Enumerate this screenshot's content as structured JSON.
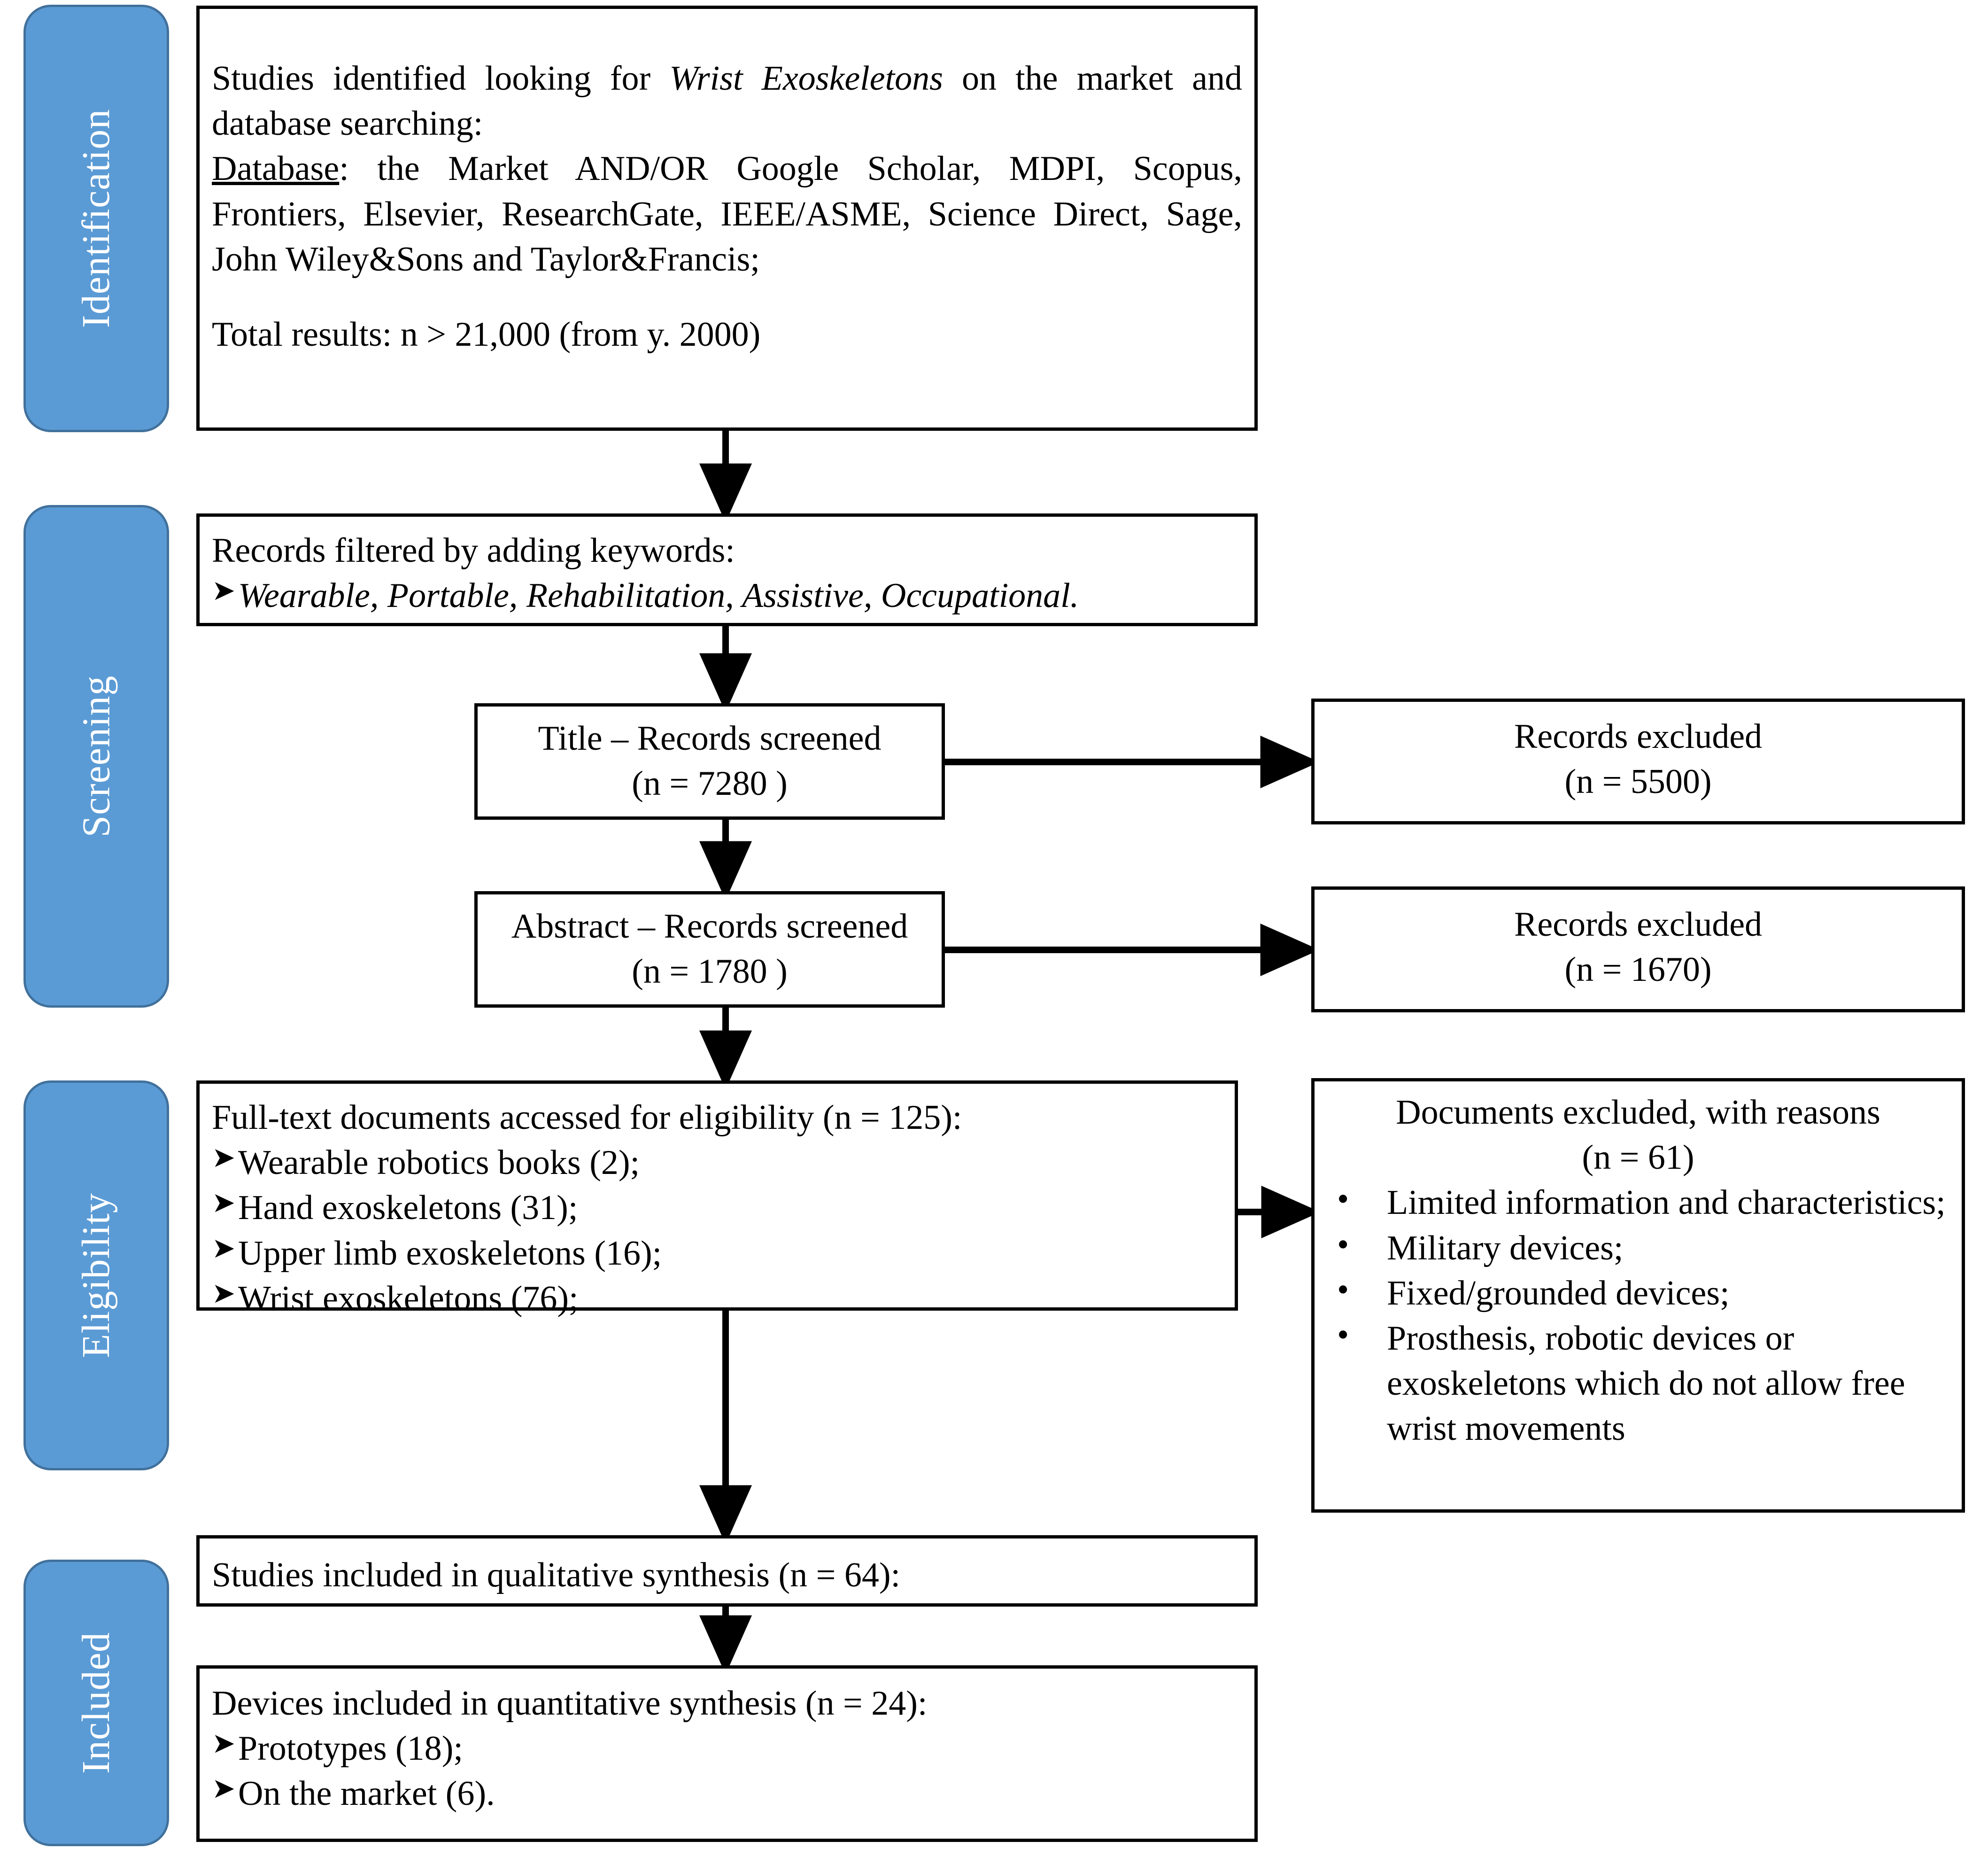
{
  "diagram": {
    "type": "prisma-flow-diagram",
    "accent_color": "#5B9BD5",
    "accent_border_color": "#41719C",
    "box_border_color": "#000000",
    "background": "#ffffff"
  },
  "stages": [
    {
      "key": "identification",
      "label": "Identification"
    },
    {
      "key": "screening",
      "label": "Screening"
    },
    {
      "key": "eligibility",
      "label": "Eligibility"
    },
    {
      "key": "included",
      "label": "Included"
    }
  ],
  "identification_box": {
    "line1_pre": "Studies identified looking for ",
    "line1_italic": "Wrist Exoskeletons",
    "line1_post": " on the market and database searching:",
    "line2_label": "Database",
    "line2_rest": ": the Market AND/OR Google Scholar, MDPI, Scopus, Frontiers, Elsevier, ResearchGate, IEEE/ASME, Science Direct, Sage, John Wiley&Sons and Taylor&Francis;",
    "line3": "Total results: n > 21,000 (from y. 2000)"
  },
  "keywords_box": {
    "heading": "Records filtered by adding keywords:",
    "keywords_italic": "Wearable, Portable, Rehabilitation, Assistive, Occupational."
  },
  "title_screened_box": {
    "line1": "Title – Records screened",
    "line2": "(n = 7280 )"
  },
  "title_excluded_box": {
    "line1": "Records excluded",
    "line2": "(n = 5500)"
  },
  "abstract_screened_box": {
    "line1": "Abstract – Records screened",
    "line2": "(n = 1780 )"
  },
  "abstract_excluded_box": {
    "line1": "Records excluded",
    "line2": "(n = 1670)"
  },
  "eligibility_box": {
    "heading": "Full-text documents accessed for eligibility (n = 125):",
    "items": [
      "Wearable robotics books (2);",
      "Hand exoskeletons (31);",
      "Upper limb exoskeletons (16);",
      "Wrist exoskeletons (76);"
    ]
  },
  "documents_excluded_box": {
    "line1": "Documents excluded, with reasons",
    "line2": "(n = 61)",
    "reasons": [
      "Limited information and characteristics;",
      "Military devices;",
      "Fixed/grounded devices;",
      "Prosthesis, robotic devices or exoskeletons which do not allow free wrist movements"
    ]
  },
  "qualitative_box": {
    "line1": "Studies included in qualitative synthesis (n = 64):"
  },
  "quantitative_box": {
    "heading": "Devices included in quantitative synthesis (n = 24):",
    "items": [
      "Prototypes (18);",
      "On the market (6)."
    ]
  }
}
